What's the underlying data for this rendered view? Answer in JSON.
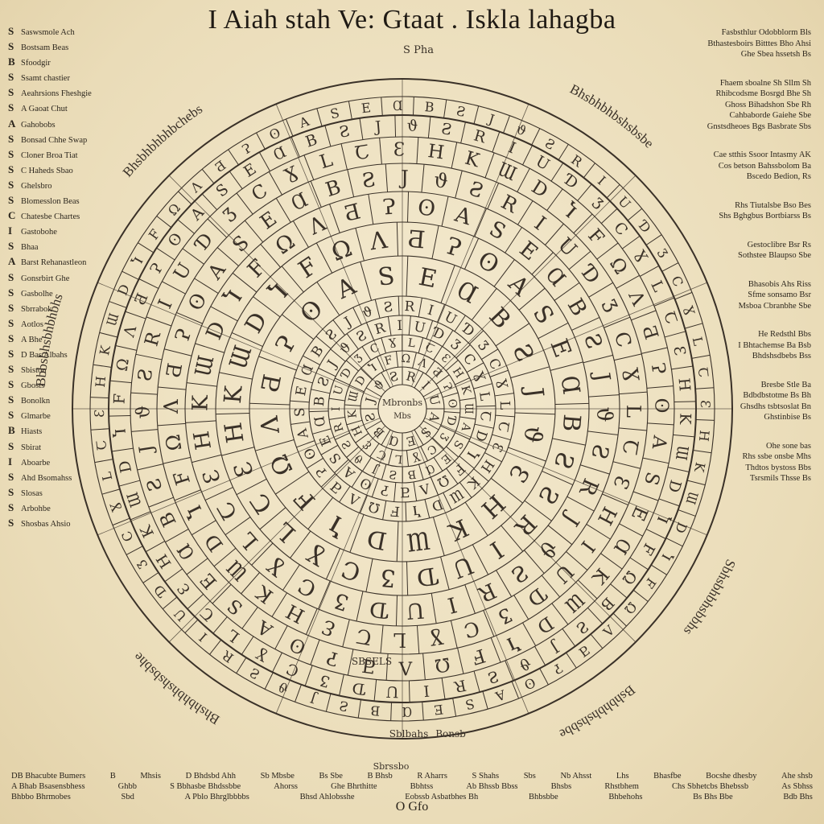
{
  "title": "I Aiah stah Ve: Gtaat . Iskla lahagba",
  "left_column": [
    {
      "k": "S",
      "t": "Saswsmole Ach"
    },
    {
      "k": "S",
      "t": "Bostsam Beas"
    },
    {
      "k": "B",
      "t": "Sfoodgir"
    },
    {
      "k": "S",
      "t": "Ssamt chastier"
    },
    {
      "k": "S",
      "t": "Aeahrsions Fheshgie"
    },
    {
      "k": "S",
      "t": "A Gaoat Chut"
    },
    {
      "k": "A",
      "t": "Gahobobs"
    },
    {
      "k": "S",
      "t": "Bonsad Chhe Swap"
    },
    {
      "k": "S",
      "t": "Cloner Broa Tiat"
    },
    {
      "k": "S",
      "t": "C Haheds Sbao"
    },
    {
      "k": "S",
      "t": "Ghelsbro"
    },
    {
      "k": "S",
      "t": "Blomesslon Beas"
    },
    {
      "k": "C",
      "t": "Chatesbe Chartes"
    },
    {
      "k": "I",
      "t": "Gastobohe"
    },
    {
      "k": "S",
      "t": "Bhaa"
    },
    {
      "k": "A",
      "t": "Barst Rehanastleon"
    },
    {
      "k": "S",
      "t": "Gonsrbirt Ghe"
    },
    {
      "k": "S",
      "t": "Gasbolhe"
    },
    {
      "k": "S",
      "t": "Sbrrabok"
    },
    {
      "k": "S",
      "t": "Aotlos"
    },
    {
      "k": "S",
      "t": "A Bhe"
    },
    {
      "k": "S",
      "t": "D Bas Albahs"
    },
    {
      "k": "S",
      "t": "Sbiston"
    },
    {
      "k": "S",
      "t": "Gbosts"
    },
    {
      "k": "S",
      "t": "Bonolkn"
    },
    {
      "k": "S",
      "t": "Glmarbe"
    },
    {
      "k": "B",
      "t": "Hiasts"
    },
    {
      "k": "S",
      "t": "Sbirat"
    },
    {
      "k": "I",
      "t": "Aboarbe"
    },
    {
      "k": "S",
      "t": "Ahd Bsomahss"
    },
    {
      "k": "S",
      "t": "Slosas"
    },
    {
      "k": "S",
      "t": "Arbohbe"
    },
    {
      "k": "S",
      "t": "Shosbas Ahsio"
    }
  ],
  "right_column": [
    [
      "Fasbsthlur Odobblorm Bls",
      "Bthastesboirs Bitttes Bho Ahsi",
      "Ghe Sbea hssetsh Bs"
    ],
    [
      "Fhaem sboalne Sh Sllm Sh",
      "Rhibcodsme Bosrgd Bhe Sh",
      "Ghoss Bihadshon Sbe Rh",
      "Cahbaborde Gaiehe Sbe",
      "Gnstsdheoes Bgs Basbrate Sbs"
    ],
    [
      "Cae stthis Ssoor Intasmy AK",
      "Cos betson Bahssbolom Ba",
      "Bscedo Bedion, Rs"
    ],
    [
      "Rhs Tiutalsbe Bso Bes",
      "Shs Bghgbus Bortbiarss Bs"
    ],
    [
      "Gestoclibre Bsr Rs",
      "Sothstee Blaupso Sbe"
    ],
    [
      "Bhasobis Ahs Riss",
      "Sfme sonsamo Bsr",
      "Msboa Cbranbhe Sbe"
    ],
    [
      "He Redsthl Bbs",
      "I Bhtachemse Ba Bsb",
      "Bhdshsdbebs Bss"
    ],
    [
      "Bresbe Stle Ba",
      "Bdbdbstotme Bs Bh",
      "Ghsdhs tsbtsoslat Bn",
      "Ghstinbise Bs"
    ],
    [
      "Ohe sone bas",
      "Rhs ssbe onsbe Mhs",
      "Thdtos bystoss Bbs",
      "Tsrsmils Thsse Bs"
    ]
  ],
  "bottom_rows": [
    [
      "DB Bhacubte Bumers",
      "B",
      "Mhsis",
      "D Bhdsbd Ahh",
      "Sb Mbsbe",
      "Bs Sbe",
      "B Bhsb",
      "R Aharrs",
      "S Shahs",
      "Sbs",
      "Nb Ahsst",
      "Lhs",
      "Bhasfbe",
      "Bocshe dhesby",
      "Ahe shsb"
    ],
    [
      "A Bhab Bsasensbhess",
      "Ghbb",
      "S Bbhasbe Bhdssbbe",
      "Ahorss",
      "Ghe Bhrthitte",
      "Bbhtss",
      "Ab Bhssb Bbss",
      "Bhsbs",
      "Rhstbhem",
      "Chs Sbhetcbs Bhebssb",
      "As Sbhss"
    ],
    [
      "Bhbbo Bhrmobes",
      "Sbd",
      "A Pblo Bhrglbbbbs",
      "Bhsd Ahlobsshe",
      "Eobssb Asbatbhes Bh",
      "Bhbsbbe",
      "Bhbehohs",
      "Bs Bhs Bbe",
      "Bdb Bhs"
    ]
  ],
  "bottom_signature": "O Gfo",
  "ring_caption_top": "S Pha",
  "ring_caption_bottom": "Sbrssbo",
  "center_label": "Mbronbs",
  "center_label_2": "Mbs",
  "bottom_box_labels": [
    "SBSELS",
    "Sblbahs",
    "Bonsb"
  ],
  "arc_labels": [
    "Bhsbhbhbhbchebs",
    "Bhsbhbhbshsbsbe",
    "Bbbsbhsbhbhbhs",
    "Sbhsbhbhsbbhs",
    "Bhshbhbhshsbsbhe",
    "Bshbhbhshsbbe"
  ],
  "glyphs": [
    "A",
    "S",
    "E",
    "Ɑ",
    "B",
    "Ƨ",
    "J",
    "ϑ",
    "Ƨ",
    "R",
    "I",
    "U",
    "Ɗ",
    "Ʒ",
    "C",
    "Ɣ",
    "L",
    "Ꞇ",
    "Ɛ",
    "H",
    "K",
    "Ɯ",
    "D",
    "Ⴈ",
    "F",
    "Ω",
    "Ʌ",
    "Ƌ",
    "Ɂ",
    "ʘ"
  ],
  "colors": {
    "ink": "#2a241c",
    "paper": "#efe4c6",
    "line": "#3a3128"
  }
}
